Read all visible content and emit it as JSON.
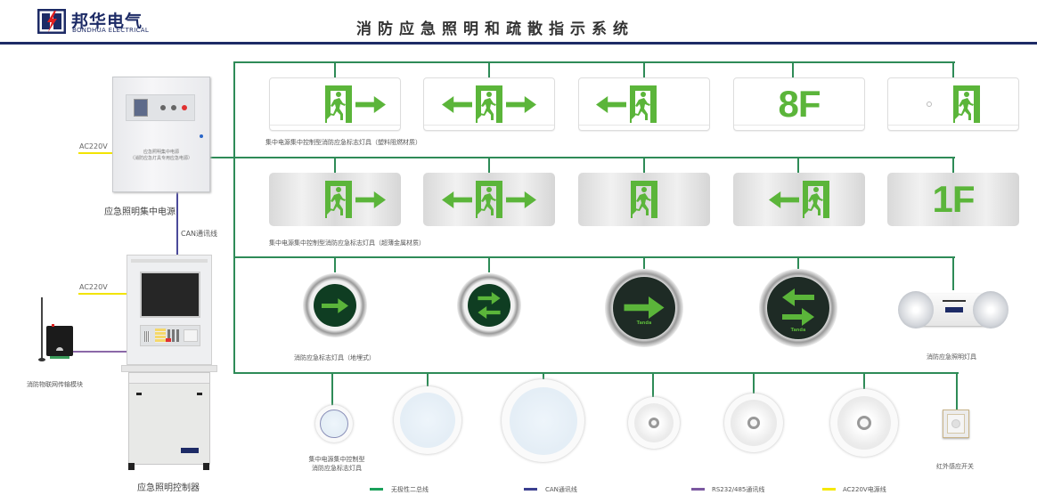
{
  "header": {
    "brand_cn": "邦华电气",
    "brand_en": "BONDHUA ELECTRICAL",
    "title": "消防应急照明和疏散指示系统",
    "colors": {
      "brand": "#1d2b66",
      "accent_red": "#e02020"
    }
  },
  "devices": {
    "power_supply": {
      "label": "应急照明集中电源",
      "panel_line1": "应急照明集中电源",
      "panel_line2": "（消防应急灯具专用应急电源）",
      "input": "AC220V"
    },
    "controller": {
      "label": "应急照明控制器",
      "input": "AC220V"
    },
    "iot_module": {
      "label": "消防物联网传输模块"
    },
    "can_line_label": "CAN通讯线"
  },
  "rows": {
    "plastic_signs": {
      "caption": "集中电源集中控制型消防应急标志灯具（塑料阻燃材质）",
      "items": [
        {
          "type": "exit-right",
          "text": ""
        },
        {
          "type": "exit-both",
          "text": ""
        },
        {
          "type": "exit-left",
          "text": ""
        },
        {
          "type": "floor",
          "text": "8F"
        },
        {
          "type": "exit",
          "text": ""
        }
      ]
    },
    "metal_signs": {
      "caption": "集中电源集中控制型消防应急标志灯具（超薄金属材质）",
      "items": [
        {
          "type": "exit-right",
          "text": ""
        },
        {
          "type": "exit-both",
          "text": ""
        },
        {
          "type": "exit",
          "text": ""
        },
        {
          "type": "exit-left",
          "text": ""
        },
        {
          "type": "floor",
          "text": "1F"
        }
      ]
    },
    "floor_signs": {
      "caption": "消防应急标志灯具（地埋式）",
      "brand_mark": "Tanda",
      "items": [
        {
          "type": "arrow-right"
        },
        {
          "type": "arrow-bidirectional"
        },
        {
          "type": "arrow-right"
        },
        {
          "type": "arrow-bidirectional"
        }
      ],
      "twin_lamp_caption": "消防应急照明灯具"
    },
    "lights": {
      "caption_line1": "集中电源集中控制型",
      "caption_line2": "消防应急标志灯具",
      "sensor_caption": "红外感应开关"
    }
  },
  "legend": [
    {
      "label": "无极性二总线",
      "color": "#1aa05a"
    },
    {
      "label": "CAN通讯线",
      "color": "#3b3f8f"
    },
    {
      "label": "RS232/485通讯线",
      "color": "#7b58a0"
    },
    {
      "label": "AC220V电源线",
      "color": "#f5e800"
    }
  ]
}
